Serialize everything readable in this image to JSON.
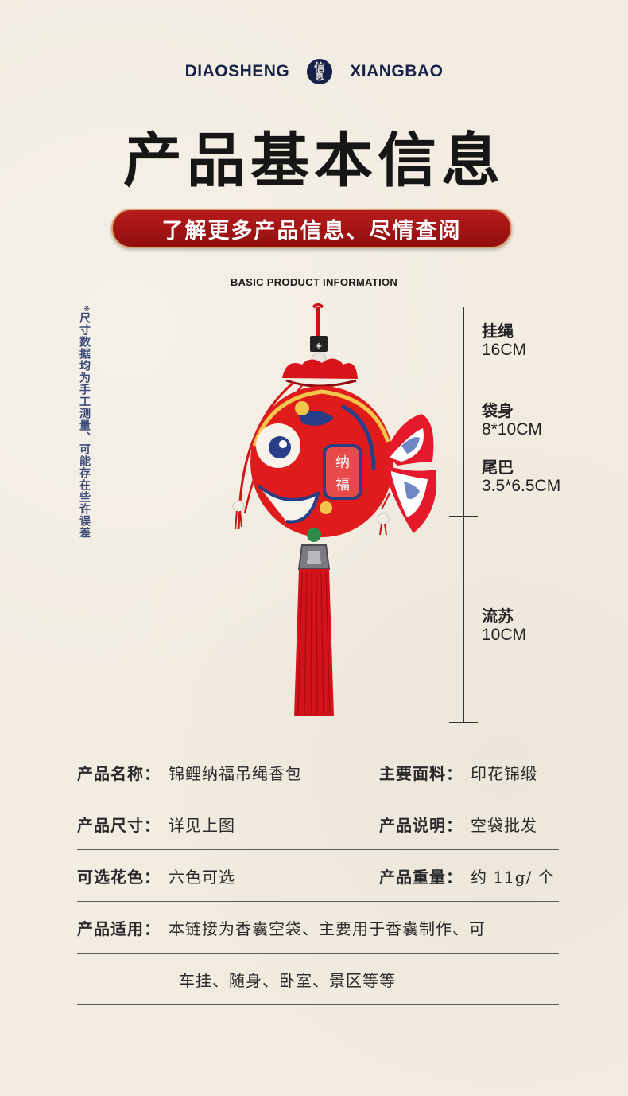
{
  "brand": {
    "left": "DIAOSHENG",
    "logo_top": "信",
    "logo_bottom": "息",
    "right": "XIANGBAO",
    "color": "#17224a"
  },
  "title": "产品基本信息",
  "banner": {
    "text": "了解更多产品信息、尽情查阅",
    "color": "#a51515"
  },
  "subtitle": "BASIC PRODUCT INFORMATION",
  "side_note": "*尺寸数据均为手工测量、可能存在些许误差",
  "product_image": {
    "bag_text_1": "纳",
    "bag_text_2": "福"
  },
  "dimensions": [
    {
      "name": "挂绳",
      "value": "16CM"
    },
    {
      "name": "袋身",
      "value": "8*10CM"
    },
    {
      "name": "尾巴",
      "value": "3.5*6.5CM"
    },
    {
      "name": "流苏",
      "value": "10CM"
    }
  ],
  "specs": [
    {
      "k1": "产品名称：",
      "v1": "锦鲤纳福吊绳香包",
      "k2": "主要面料：",
      "v2": "印花锦缎"
    },
    {
      "k1": "产品尺寸：",
      "v1": "详见上图",
      "k2": "产品说明：",
      "v2": "空袋批发"
    },
    {
      "k1": "可选花色：",
      "v1": "六色可选",
      "k2": "产品重量：",
      "v2": "约 11g/ 个"
    }
  ],
  "usage": {
    "key": "产品适用：",
    "line1": "本链接为香囊空袋、主要用于香囊制作、可",
    "line2": "车挂、随身、卧室、景区等等"
  }
}
